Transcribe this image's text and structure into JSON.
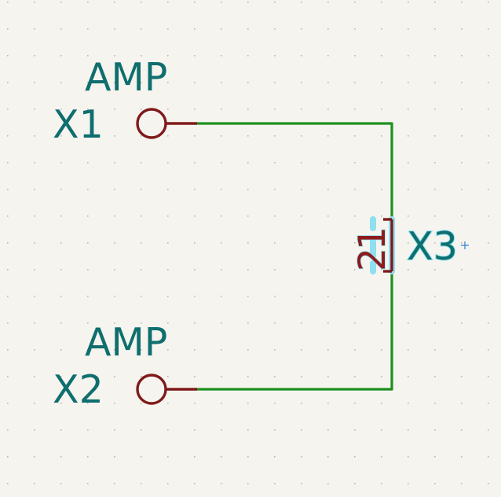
{
  "schematic": {
    "background_color": "#f5f4ef",
    "grid_color": "#b9b8b2",
    "wire_color": "#1d8f1d",
    "pin_color": "#7e1a1a",
    "label_color": "#0f6e6e",
    "selection_color": "#8fdff0",
    "components": [
      {
        "id": "X1",
        "reference": "X1",
        "value": "AMP",
        "type": "test-point"
      },
      {
        "id": "X2",
        "reference": "X2",
        "value": "AMP",
        "type": "test-point"
      },
      {
        "id": "X3",
        "reference": "X3",
        "pin_numbers": [
          "1",
          "2"
        ],
        "type": "jumper",
        "selected": true
      }
    ]
  }
}
